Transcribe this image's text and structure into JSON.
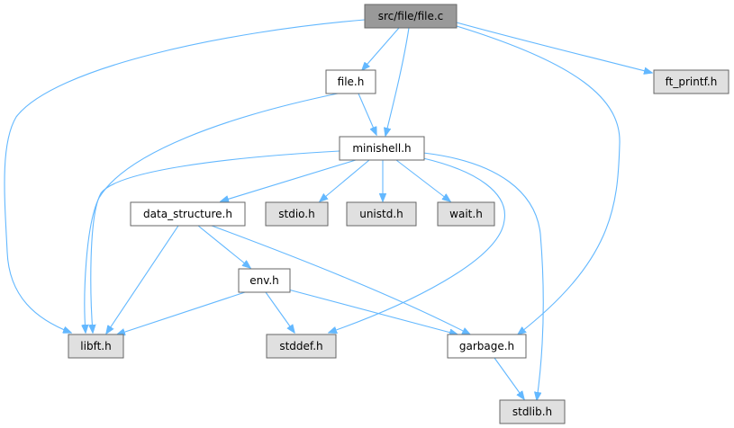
{
  "diagram": {
    "colors": {
      "edge": "#63b8ff",
      "root_fill": "#999999",
      "local_fill": "#ffffff",
      "system_fill": "#e0e0e0",
      "border": "#666666"
    },
    "nodes": [
      {
        "id": "src_file_file_c",
        "label": "src/file/file.c",
        "kind": "root"
      },
      {
        "id": "file_h",
        "label": "file.h",
        "kind": "local"
      },
      {
        "id": "ft_printf_h",
        "label": "ft_printf.h",
        "kind": "system"
      },
      {
        "id": "minishell_h",
        "label": "minishell.h",
        "kind": "local"
      },
      {
        "id": "data_structure_h",
        "label": "data_structure.h",
        "kind": "local"
      },
      {
        "id": "stdio_h",
        "label": "stdio.h",
        "kind": "system"
      },
      {
        "id": "unistd_h",
        "label": "unistd.h",
        "kind": "system"
      },
      {
        "id": "wait_h",
        "label": "wait.h",
        "kind": "system"
      },
      {
        "id": "env_h",
        "label": "env.h",
        "kind": "local"
      },
      {
        "id": "libft_h",
        "label": "libft.h",
        "kind": "system"
      },
      {
        "id": "stddef_h",
        "label": "stddef.h",
        "kind": "system"
      },
      {
        "id": "garbage_h",
        "label": "garbage.h",
        "kind": "local"
      },
      {
        "id": "stdlib_h",
        "label": "stdlib.h",
        "kind": "system"
      }
    ],
    "edges": [
      {
        "from": "src_file_file_c",
        "to": "file_h"
      },
      {
        "from": "src_file_file_c",
        "to": "minishell_h"
      },
      {
        "from": "src_file_file_c",
        "to": "ft_printf_h"
      },
      {
        "from": "src_file_file_c",
        "to": "libft_h"
      },
      {
        "from": "src_file_file_c",
        "to": "garbage_h"
      },
      {
        "from": "file_h",
        "to": "minishell_h"
      },
      {
        "from": "file_h",
        "to": "libft_h"
      },
      {
        "from": "minishell_h",
        "to": "data_structure_h"
      },
      {
        "from": "minishell_h",
        "to": "stdio_h"
      },
      {
        "from": "minishell_h",
        "to": "unistd_h"
      },
      {
        "from": "minishell_h",
        "to": "wait_h"
      },
      {
        "from": "minishell_h",
        "to": "libft_h"
      },
      {
        "from": "minishell_h",
        "to": "stddef_h"
      },
      {
        "from": "minishell_h",
        "to": "stdlib_h"
      },
      {
        "from": "data_structure_h",
        "to": "env_h"
      },
      {
        "from": "data_structure_h",
        "to": "libft_h"
      },
      {
        "from": "data_structure_h",
        "to": "garbage_h"
      },
      {
        "from": "env_h",
        "to": "libft_h"
      },
      {
        "from": "env_h",
        "to": "stddef_h"
      },
      {
        "from": "env_h",
        "to": "garbage_h"
      },
      {
        "from": "garbage_h",
        "to": "stdlib_h"
      }
    ]
  }
}
